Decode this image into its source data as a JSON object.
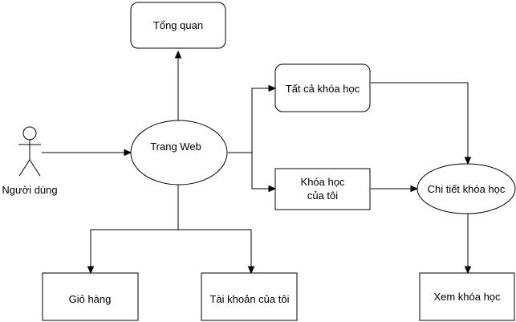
{
  "actor": {
    "label": "Người dùng"
  },
  "nodes": {
    "tong_quan": "Tổng quan",
    "trang_web": "Trang Web",
    "tat_ca_khoa_hoc": "Tất cả khóa học",
    "khoa_hoc_cua_toi": [
      "Khóa học",
      "của tôi"
    ],
    "chi_tiet_khoa_hoc": "Chi tiết khóa học",
    "gio_hang": "Giỏ hàng",
    "tai_khoan_cua_toi": "Tài khoản của tôi",
    "xem_khoa_hoc": "Xem khóa học"
  },
  "edges": [
    {
      "from": "Người dùng",
      "to": "Trang Web"
    },
    {
      "from": "Trang Web",
      "to": "Tổng quan"
    },
    {
      "from": "Trang Web",
      "to": "Tất cả khóa học"
    },
    {
      "from": "Trang Web",
      "to": "Khóa học của tôi"
    },
    {
      "from": "Trang Web",
      "to": "Giỏ hàng"
    },
    {
      "from": "Trang Web",
      "to": "Tài khoản của tôi"
    },
    {
      "from": "Tất cả khóa học",
      "to": "Chi tiết khóa học"
    },
    {
      "from": "Khóa học của tôi",
      "to": "Chi tiết khóa học"
    },
    {
      "from": "Chi tiết khóa học",
      "to": "Xem khóa học"
    }
  ]
}
